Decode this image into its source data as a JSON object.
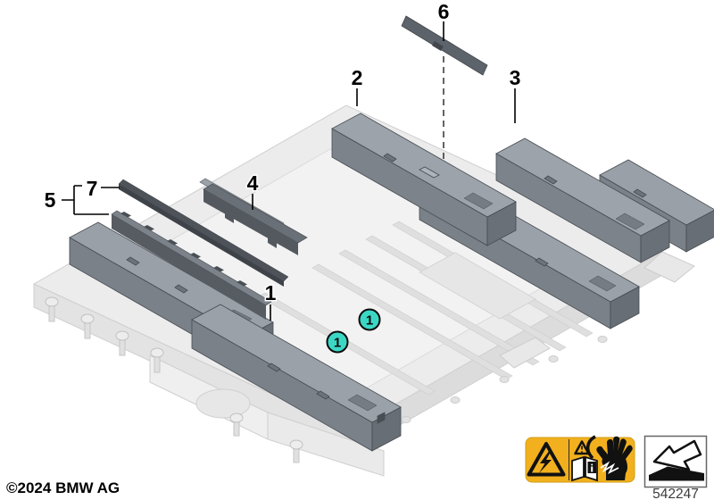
{
  "callouts": [
    {
      "id": "1",
      "label": "1"
    },
    {
      "id": "2",
      "label": "2"
    },
    {
      "id": "3",
      "label": "3"
    },
    {
      "id": "4",
      "label": "4"
    },
    {
      "id": "5",
      "label": "5"
    },
    {
      "id": "6",
      "label": "6"
    },
    {
      "id": "7",
      "label": "7"
    }
  ],
  "module_badge": {
    "label": "1"
  },
  "part_label": {
    "number": "542247"
  },
  "footer": {
    "copyright": "©2024 BMW AG"
  },
  "colors": {
    "badge_teal": "#3BD7C5",
    "warning_yellow": "#F2B01E",
    "module_gray": "#9AA1A9",
    "tray_gray": "#ECECEC"
  },
  "icons": {
    "warning_panel": [
      "high-voltage-triangle",
      "consult-manual-book",
      "shock-hazard-hand"
    ],
    "direction_panel": "removal-direction-arrow"
  }
}
